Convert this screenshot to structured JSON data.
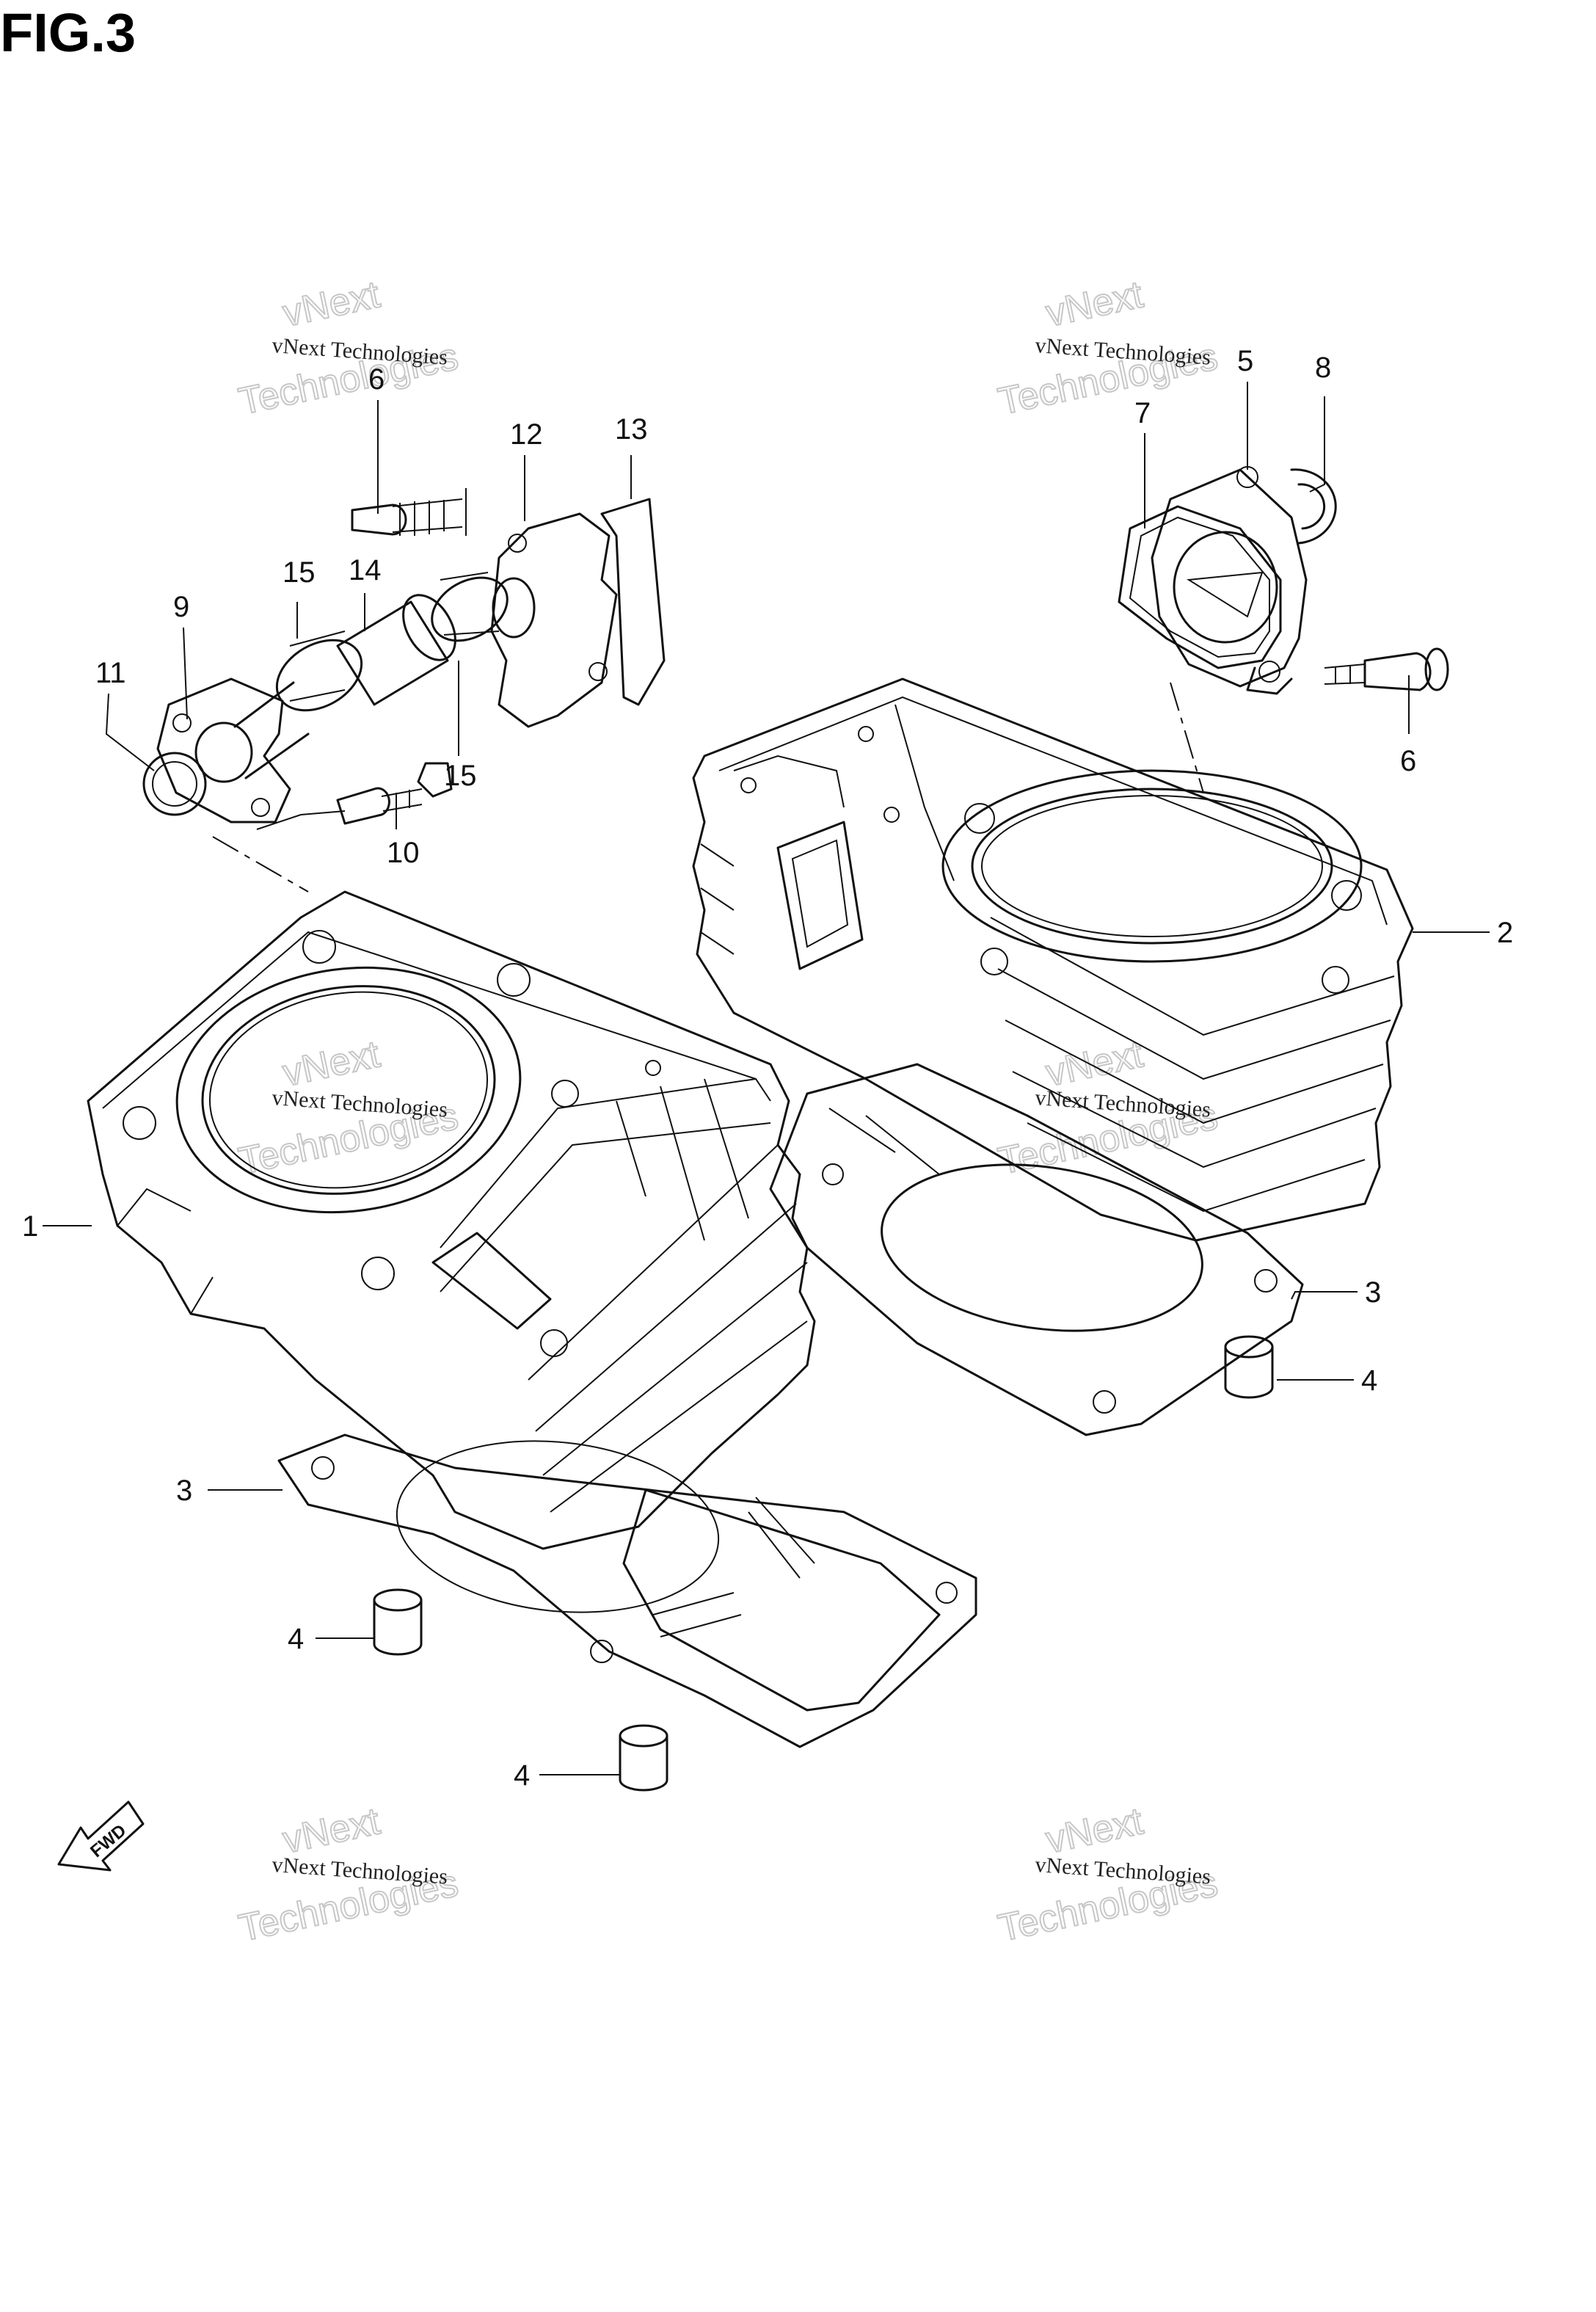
{
  "figure": {
    "title": "FIG.3"
  },
  "watermark": {
    "small_text": "vNext Technologies",
    "big_line1": "vNext",
    "big_line2": "Technologies"
  },
  "callouts": [
    {
      "id": "c1",
      "text": "1"
    },
    {
      "id": "c2",
      "text": "2"
    },
    {
      "id": "c3a",
      "text": "3"
    },
    {
      "id": "c3b",
      "text": "3"
    },
    {
      "id": "c4a",
      "text": "4"
    },
    {
      "id": "c4b",
      "text": "4"
    },
    {
      "id": "c4c",
      "text": "4"
    },
    {
      "id": "c5",
      "text": "5"
    },
    {
      "id": "c6a",
      "text": "6"
    },
    {
      "id": "c6b",
      "text": "6"
    },
    {
      "id": "c7",
      "text": "7"
    },
    {
      "id": "c8",
      "text": "8"
    },
    {
      "id": "c9",
      "text": "9"
    },
    {
      "id": "c10",
      "text": "10"
    },
    {
      "id": "c11",
      "text": "11"
    },
    {
      "id": "c12",
      "text": "12"
    },
    {
      "id": "c13",
      "text": "13"
    },
    {
      "id": "c14",
      "text": "14"
    },
    {
      "id": "c15a",
      "text": "15"
    },
    {
      "id": "c15b",
      "text": "15"
    }
  ],
  "fwd_arrow": {
    "label": "FWD"
  }
}
